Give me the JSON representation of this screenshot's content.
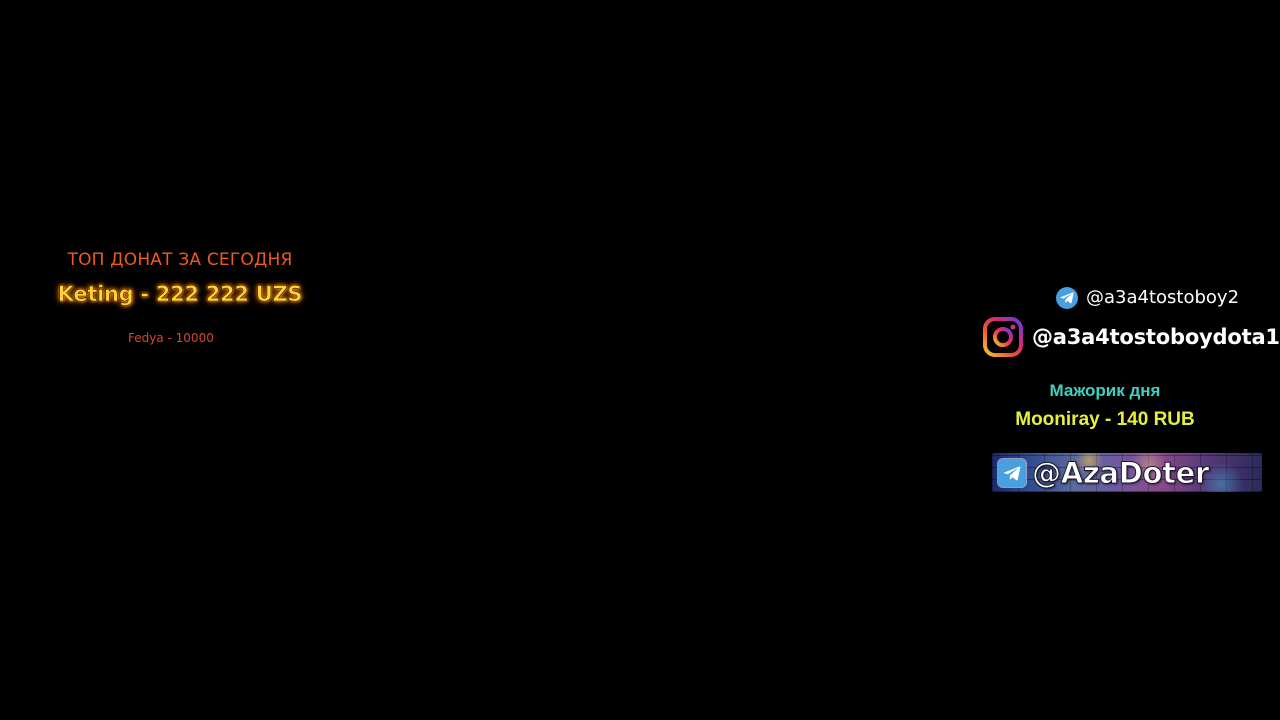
{
  "colors": {
    "background": "#000000",
    "top_title": "#f05a1a",
    "top_main": "#ffd23a",
    "top_sub": "#d8462a",
    "major_title": "#3fd0c0",
    "major_value": "#e6f03c",
    "telegram": "#4a9fe0",
    "social_text": "#ffffff"
  },
  "top_donation": {
    "title": "ТОП ДОНАТ ЗА СЕГОДНЯ",
    "main": "Keting - 222 222 UZS",
    "secondary": "Fedya - 10000"
  },
  "socials": {
    "telegram_handle": "@a3a4tostoboy2",
    "telegram_icon": "telegram-icon",
    "instagram_handle": "@a3a4tostoboydota1",
    "instagram_icon": "instagram-icon"
  },
  "major_of_day": {
    "title": "Мажорик дня",
    "value": "Mooniray - 140 RUB"
  },
  "banner": {
    "text": "@AzaDoter",
    "icon": "telegram-icon"
  }
}
